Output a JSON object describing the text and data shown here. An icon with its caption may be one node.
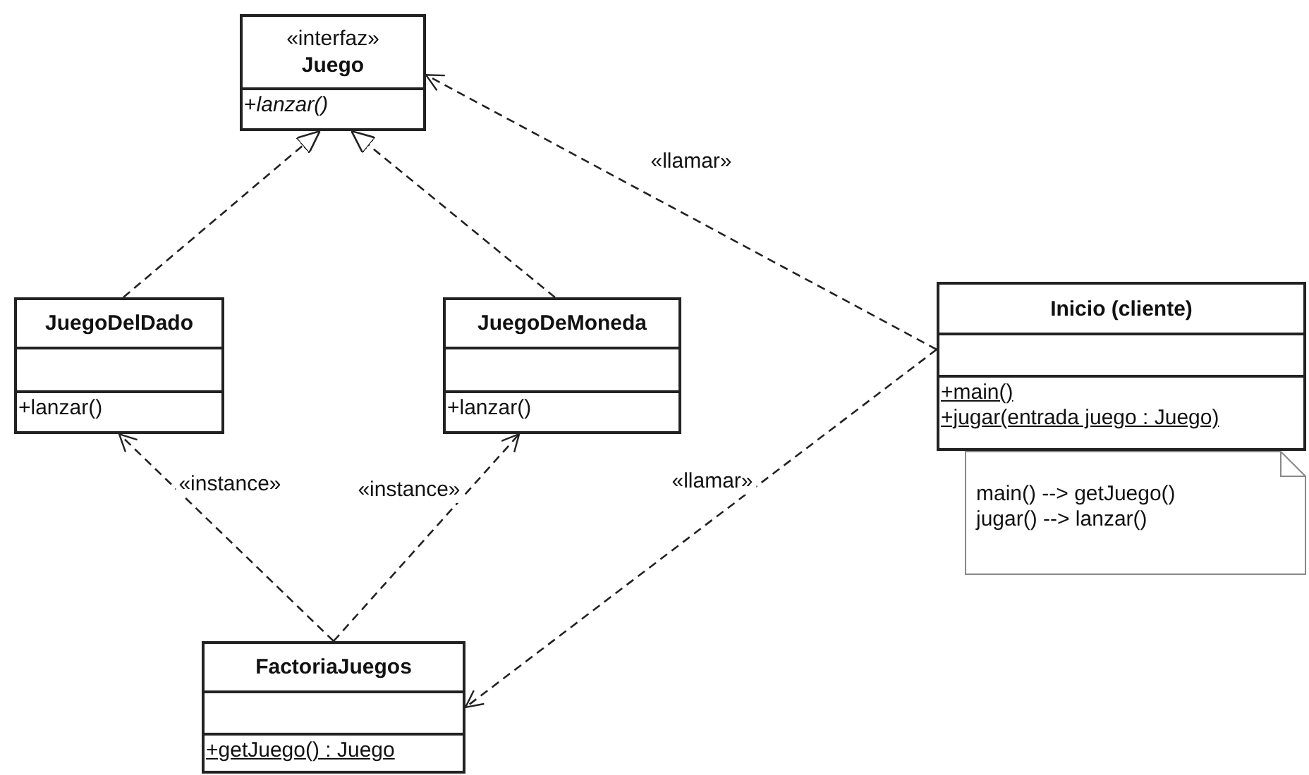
{
  "diagram": {
    "nodes": [
      {
        "text": [
          "«interfaz»",
          "Juego",
          "+*lanzar()*"
        ]
      },
      {
        "text": [
          "JuegoDelDado",
          "+lanzar()"
        ]
      },
      {
        "text": [
          "JuegoDeMoneda",
          "+lanzar()"
        ]
      },
      {
        "text": [
          "Inicio (cliente)",
          "+main()",
          "+jugar(entrada juego : Juego)"
        ]
      },
      {
        "text": [
          "FactoriaJuegos",
          "+getJuego() : Juego"
        ]
      },
      {
        "text": [
          "main() --> getJuego()",
          "jugar() --> lanzar()"
        ]
      }
    ],
    "edges": [
      {
        "from": 1,
        "to": 0,
        "arrow": "to",
        "style": "dashed"
      },
      {
        "from": 2,
        "to": 0,
        "arrow": "to",
        "style": "dashed"
      },
      {
        "from": 3,
        "to": 0,
        "arrow": "to",
        "style": "dashed",
        "label": "«llamar»"
      },
      {
        "from": 3,
        "to": 4,
        "arrow": "to",
        "style": "dashed",
        "label": "«llamar»"
      },
      {
        "from": 4,
        "to": 1,
        "arrow": "to",
        "style": "dashed",
        "label": "«instance»"
      },
      {
        "from": 4,
        "to": 2,
        "arrow": "to",
        "style": "dashed",
        "label": "«instance»"
      }
    ]
  }
}
